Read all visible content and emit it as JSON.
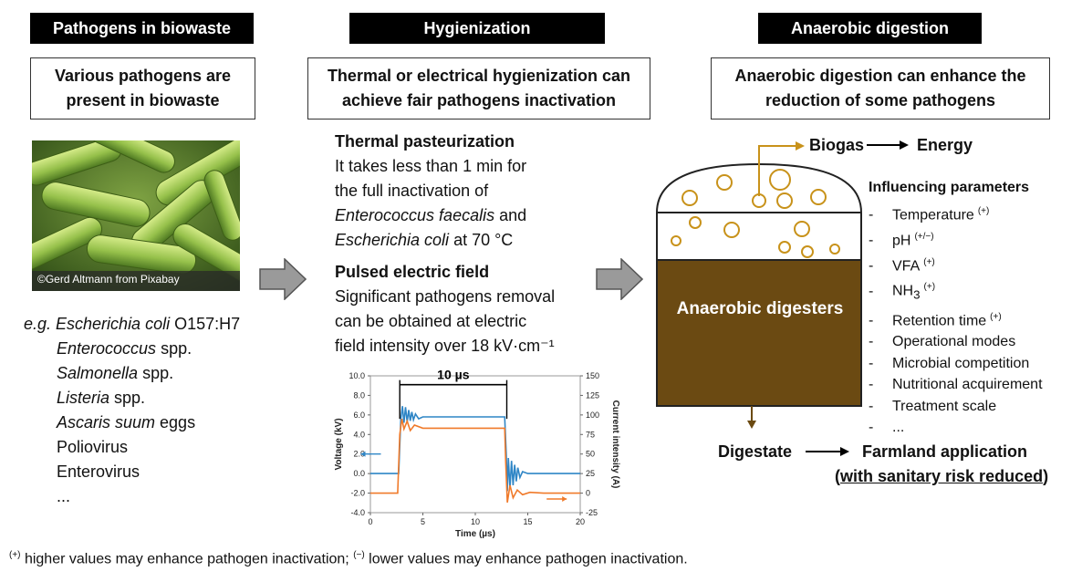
{
  "columns": {
    "left": {
      "header": "Pathogens in biowaste",
      "box_line1": "Various pathogens are",
      "box_line2": "present in biowaste",
      "photo_credit": "©Gerd Altmann from Pixabay",
      "eg_prefix": "e.g. ",
      "pathogens": [
        {
          "italic": "Escherichia coli",
          "rest": " O157:H7"
        },
        {
          "italic": "Enterococcus",
          "rest": " spp."
        },
        {
          "italic": "Salmonella",
          "rest": " spp."
        },
        {
          "italic": "Listeria",
          "rest": " spp."
        },
        {
          "italic": "Ascaris suum",
          "rest": " eggs"
        },
        {
          "italic": "",
          "rest": "Poliovirus"
        },
        {
          "italic": "",
          "rest": "Enterovirus"
        },
        {
          "italic": "",
          "rest": "..."
        }
      ]
    },
    "middle": {
      "header": "Hygienization",
      "box_line1": "Thermal or electrical hygienization can",
      "box_line2": "achieve fair pathogens inactivation",
      "thermal_title": "Thermal pasteurization",
      "thermal_l1": "It takes less than 1 min for",
      "thermal_l2": "the full inactivation of",
      "thermal_l3_it": "Enterococcus faecalis",
      "thermal_l3_rest": " and",
      "thermal_l4_it": "Escherichia coli",
      "thermal_l4_rest": " at 70 °C",
      "pef_title": "Pulsed electric field",
      "pef_l1": "Significant pathogens removal",
      "pef_l2": "can be obtained at electric",
      "pef_l3": "field intensity over 18 kV·cm⁻¹"
    },
    "right": {
      "header": "Anaerobic digestion",
      "box_line1": "Anaerobic digestion can enhance the",
      "box_line2": "reduction of some pathogens",
      "biogas": "Biogas",
      "energy": "Energy",
      "digester_label": "Anaerobic digesters",
      "digestate": "Digestate",
      "farmland": "Farmland application",
      "farmland_note_open": "(",
      "farmland_note": "with sanitary risk reduced",
      "farmland_note_close": ")",
      "params_title": "Influencing parameters",
      "params": [
        {
          "label": "Temperature",
          "sub": "",
          "sup": "(+)"
        },
        {
          "label": "pH",
          "sub": "",
          "sup": "(+/−)"
        },
        {
          "label": "VFA",
          "sub": "",
          "sup": "(+)"
        },
        {
          "label": "NH",
          "sub": "3",
          "sup": "(+)"
        },
        {
          "label": "Retention time",
          "sub": "",
          "sup": "(+)"
        },
        {
          "label": "Operational modes",
          "sub": "",
          "sup": ""
        },
        {
          "label": "Microbial competition",
          "sub": "",
          "sup": ""
        },
        {
          "label": "Nutritional acquirement",
          "sub": "",
          "sup": ""
        },
        {
          "label": "Treatment scale",
          "sub": "",
          "sup": ""
        },
        {
          "label": "...",
          "sub": "",
          "sup": ""
        }
      ],
      "dash": "-"
    }
  },
  "footnote": {
    "plus_mark": "(+)",
    "plus_text": " higher values may enhance pathogen inactivation;  ",
    "minus_mark": "(−)",
    "minus_text": " lower values may enhance pathogen inactivation."
  },
  "colors": {
    "digestate_brown": "#6b4a12",
    "bubble_gold": "#c8921a",
    "voltage_blue": "#2f86c6",
    "current_orange": "#f07a2a"
  },
  "chart_data": {
    "type": "line",
    "xlabel": "Time (µs)",
    "ylabel": "Voltage (kV)",
    "y2label": "Current intensity (A)",
    "xlim": [
      0,
      20
    ],
    "ylim": [
      -4,
      10
    ],
    "y2lim": [
      -25,
      150
    ],
    "xticks": [
      "0",
      "5",
      "10",
      "15",
      "20"
    ],
    "yticks": [
      "-4.0",
      "-2.0",
      "0.0",
      "2.0",
      "4.0",
      "6.0",
      "8.0",
      "10.0"
    ],
    "y2ticks": [
      "-25",
      "0",
      "25",
      "50",
      "75",
      "100",
      "125",
      "150"
    ],
    "annotation": "10 µs",
    "annotation_range": [
      2.8,
      13.0
    ],
    "series": [
      {
        "axis": "left",
        "color": "#2f86c6",
        "x": [
          0,
          2.7,
          2.9,
          3.05,
          3.2,
          3.35,
          3.5,
          3.65,
          3.8,
          3.95,
          4.1,
          4.3,
          4.6,
          5.0,
          6,
          8,
          10,
          12.8,
          12.95,
          13.05,
          13.15,
          13.3,
          13.45,
          13.6,
          13.75,
          13.9,
          14.05,
          14.25,
          14.5,
          15,
          17,
          20
        ],
        "y": [
          0,
          0,
          5.5,
          6.9,
          5.2,
          6.8,
          5.3,
          6.5,
          5.4,
          6.3,
          5.5,
          6.1,
          5.6,
          5.8,
          5.8,
          5.8,
          5.8,
          5.8,
          2.0,
          -1.8,
          1.6,
          -1.5,
          1.3,
          -1.2,
          0.9,
          -0.8,
          0.6,
          -0.4,
          0.2,
          0,
          0,
          0
        ]
      },
      {
        "axis": "right",
        "color": "#f07a2a",
        "x": [
          0,
          2.6,
          2.8,
          3.0,
          3.2,
          3.5,
          3.8,
          4.2,
          5,
          8,
          12.8,
          12.9,
          13.05,
          13.3,
          13.6,
          14.0,
          14.5,
          15.2,
          16.5,
          18,
          20
        ],
        "y": [
          0,
          0,
          75,
          95,
          82,
          92,
          80,
          87,
          83,
          83,
          83,
          40,
          -12,
          10,
          -6,
          4,
          -2,
          1,
          0,
          0,
          0
        ]
      }
    ],
    "markers": [
      {
        "axis": "left",
        "x": 1.0,
        "y": 2.0,
        "direction": "left",
        "color": "#2f86c6"
      },
      {
        "axis": "left",
        "x": 16.8,
        "y": -2.6,
        "direction": "right",
        "color": "#f07a2a"
      }
    ]
  }
}
